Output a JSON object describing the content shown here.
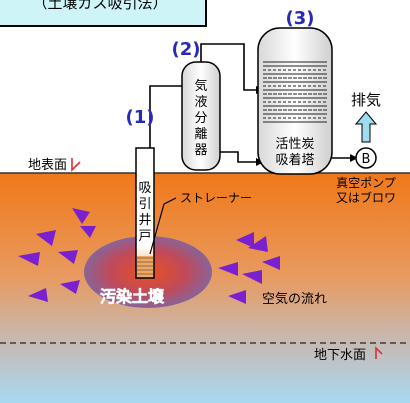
{
  "title_box": {
    "text": "（土壌ガス吸引法）"
  },
  "steps": [
    {
      "number": "(1)",
      "label_lines": [
        "吸",
        "引",
        "井",
        "戸"
      ]
    },
    {
      "number": "(2)",
      "label_lines": [
        "気",
        "液",
        "分",
        "離",
        "器"
      ]
    },
    {
      "number": "(3)",
      "label_lines": [
        "活性炭",
        "吸着塔"
      ]
    }
  ],
  "labels": {
    "ground_surface": "地表面",
    "strainer": "ストレーナー",
    "contaminated_soil": "汚染土壌",
    "air_flow": "空気の流れ",
    "groundwater_level": "地下水面",
    "exhaust": "排気",
    "pump_symbol": "B",
    "pump_line1": "真空ポンプ",
    "pump_line2": "又はブロワ"
  },
  "colors": {
    "soil_top": "#f07818",
    "soil_bottom": "#a8d8f0",
    "arrow": "#7a20d0",
    "contaminated_text": "#d82828",
    "step_number": "#2929b8",
    "marker_red": "#e03030",
    "exhaust_arrow": "#a0dcef",
    "title_box_fill": "#cff4f8"
  },
  "icons": {
    "flow_arrow": "purple-triangle",
    "exhaust_arrow": "up-arrow",
    "ground_marker": "red-corner-arrow"
  }
}
